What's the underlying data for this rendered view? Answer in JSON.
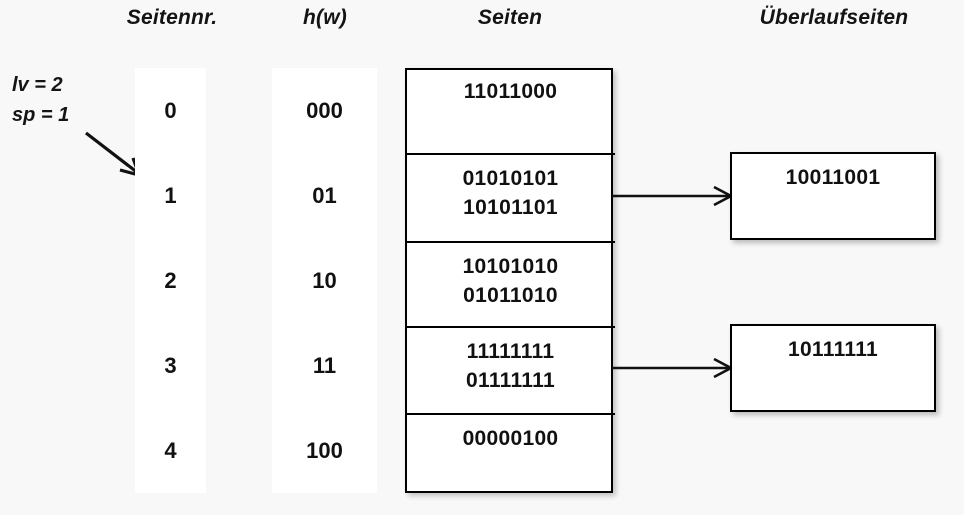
{
  "headers": {
    "seitennr": "Seitennr.",
    "hw": "h(w)",
    "seiten": "Seiten",
    "ueberlaufseiten": "Überlaufseiten"
  },
  "params": {
    "lv": "lv = 2",
    "sp": "sp = 1"
  },
  "colors": {
    "background": "#f8f8f9",
    "cell_background": "#ffffff",
    "border": "#000000",
    "text": "#111111"
  },
  "rows": [
    {
      "seitennr": "0",
      "hw": "000",
      "records": [
        "11011000"
      ],
      "overflow": null
    },
    {
      "seitennr": "1",
      "hw": "01",
      "records": [
        "01010101",
        "10101101"
      ],
      "overflow": "10011001"
    },
    {
      "seitennr": "2",
      "hw": "10",
      "records": [
        "10101010",
        "01011010"
      ],
      "overflow": null
    },
    {
      "seitennr": "3",
      "hw": "11",
      "records": [
        "11111111",
        "01111111"
      ],
      "overflow": "10111111"
    },
    {
      "seitennr": "4",
      "hw": "100",
      "records": [
        "00000100"
      ],
      "overflow": null
    }
  ],
  "overflow_pages": [
    {
      "record": "10011001",
      "from_row": 1
    },
    {
      "record": "10111111",
      "from_row": 3
    }
  ]
}
